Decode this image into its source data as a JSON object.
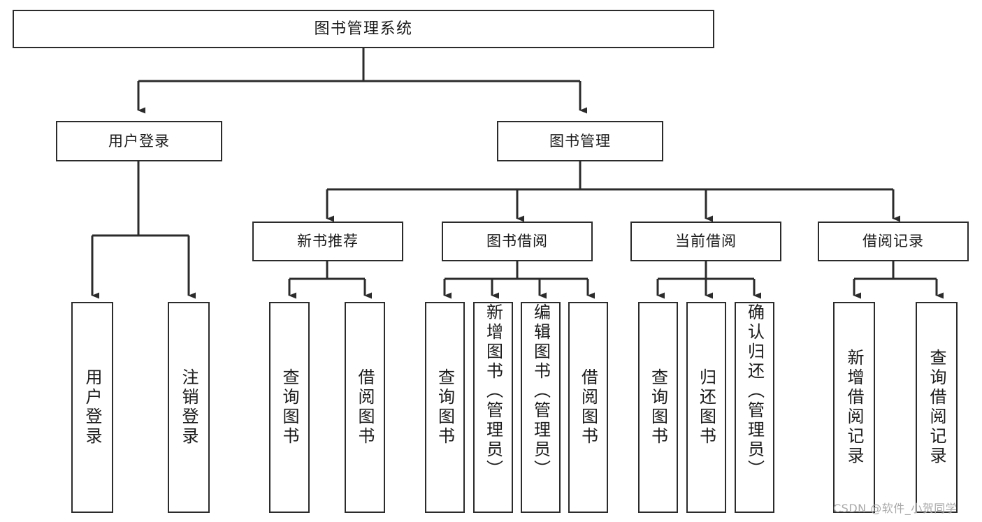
{
  "diagram": {
    "title": "图书管理系统",
    "type": "tree",
    "watermark": "CSDN @软件_小贺同学",
    "colors": {
      "box_border": "#2b2b2b",
      "box_fill": "#ffffff",
      "connector": "#2b2b2b",
      "text": "#1b1b1b",
      "watermark": "#a9a9a9"
    },
    "root": {
      "label": "图书管理系统"
    },
    "level1": [
      {
        "label": "用户登录"
      },
      {
        "label": "图书管理"
      }
    ],
    "level2": [
      {
        "label": "新书推荐"
      },
      {
        "label": "图书借阅"
      },
      {
        "label": "当前借阅"
      },
      {
        "label": "借阅记录"
      }
    ],
    "leaves": {
      "user_login": [
        {
          "label": "用户登录"
        },
        {
          "label": "注销登录"
        }
      ],
      "new_book_recommend": [
        {
          "label": "查询图书"
        },
        {
          "label": "借阅图书"
        }
      ],
      "book_borrow": [
        {
          "label": "查询图书"
        },
        {
          "label": "新增图书（管理员）"
        },
        {
          "label": "编辑图书（管理员）"
        },
        {
          "label": "借阅图书"
        }
      ],
      "current_borrow": [
        {
          "label": "查询图书"
        },
        {
          "label": "归还图书"
        },
        {
          "label": "确认归还（管理员）"
        }
      ],
      "borrow_record": [
        {
          "label": "新增借阅记录"
        },
        {
          "label": "查询借阅记录"
        }
      ]
    }
  }
}
